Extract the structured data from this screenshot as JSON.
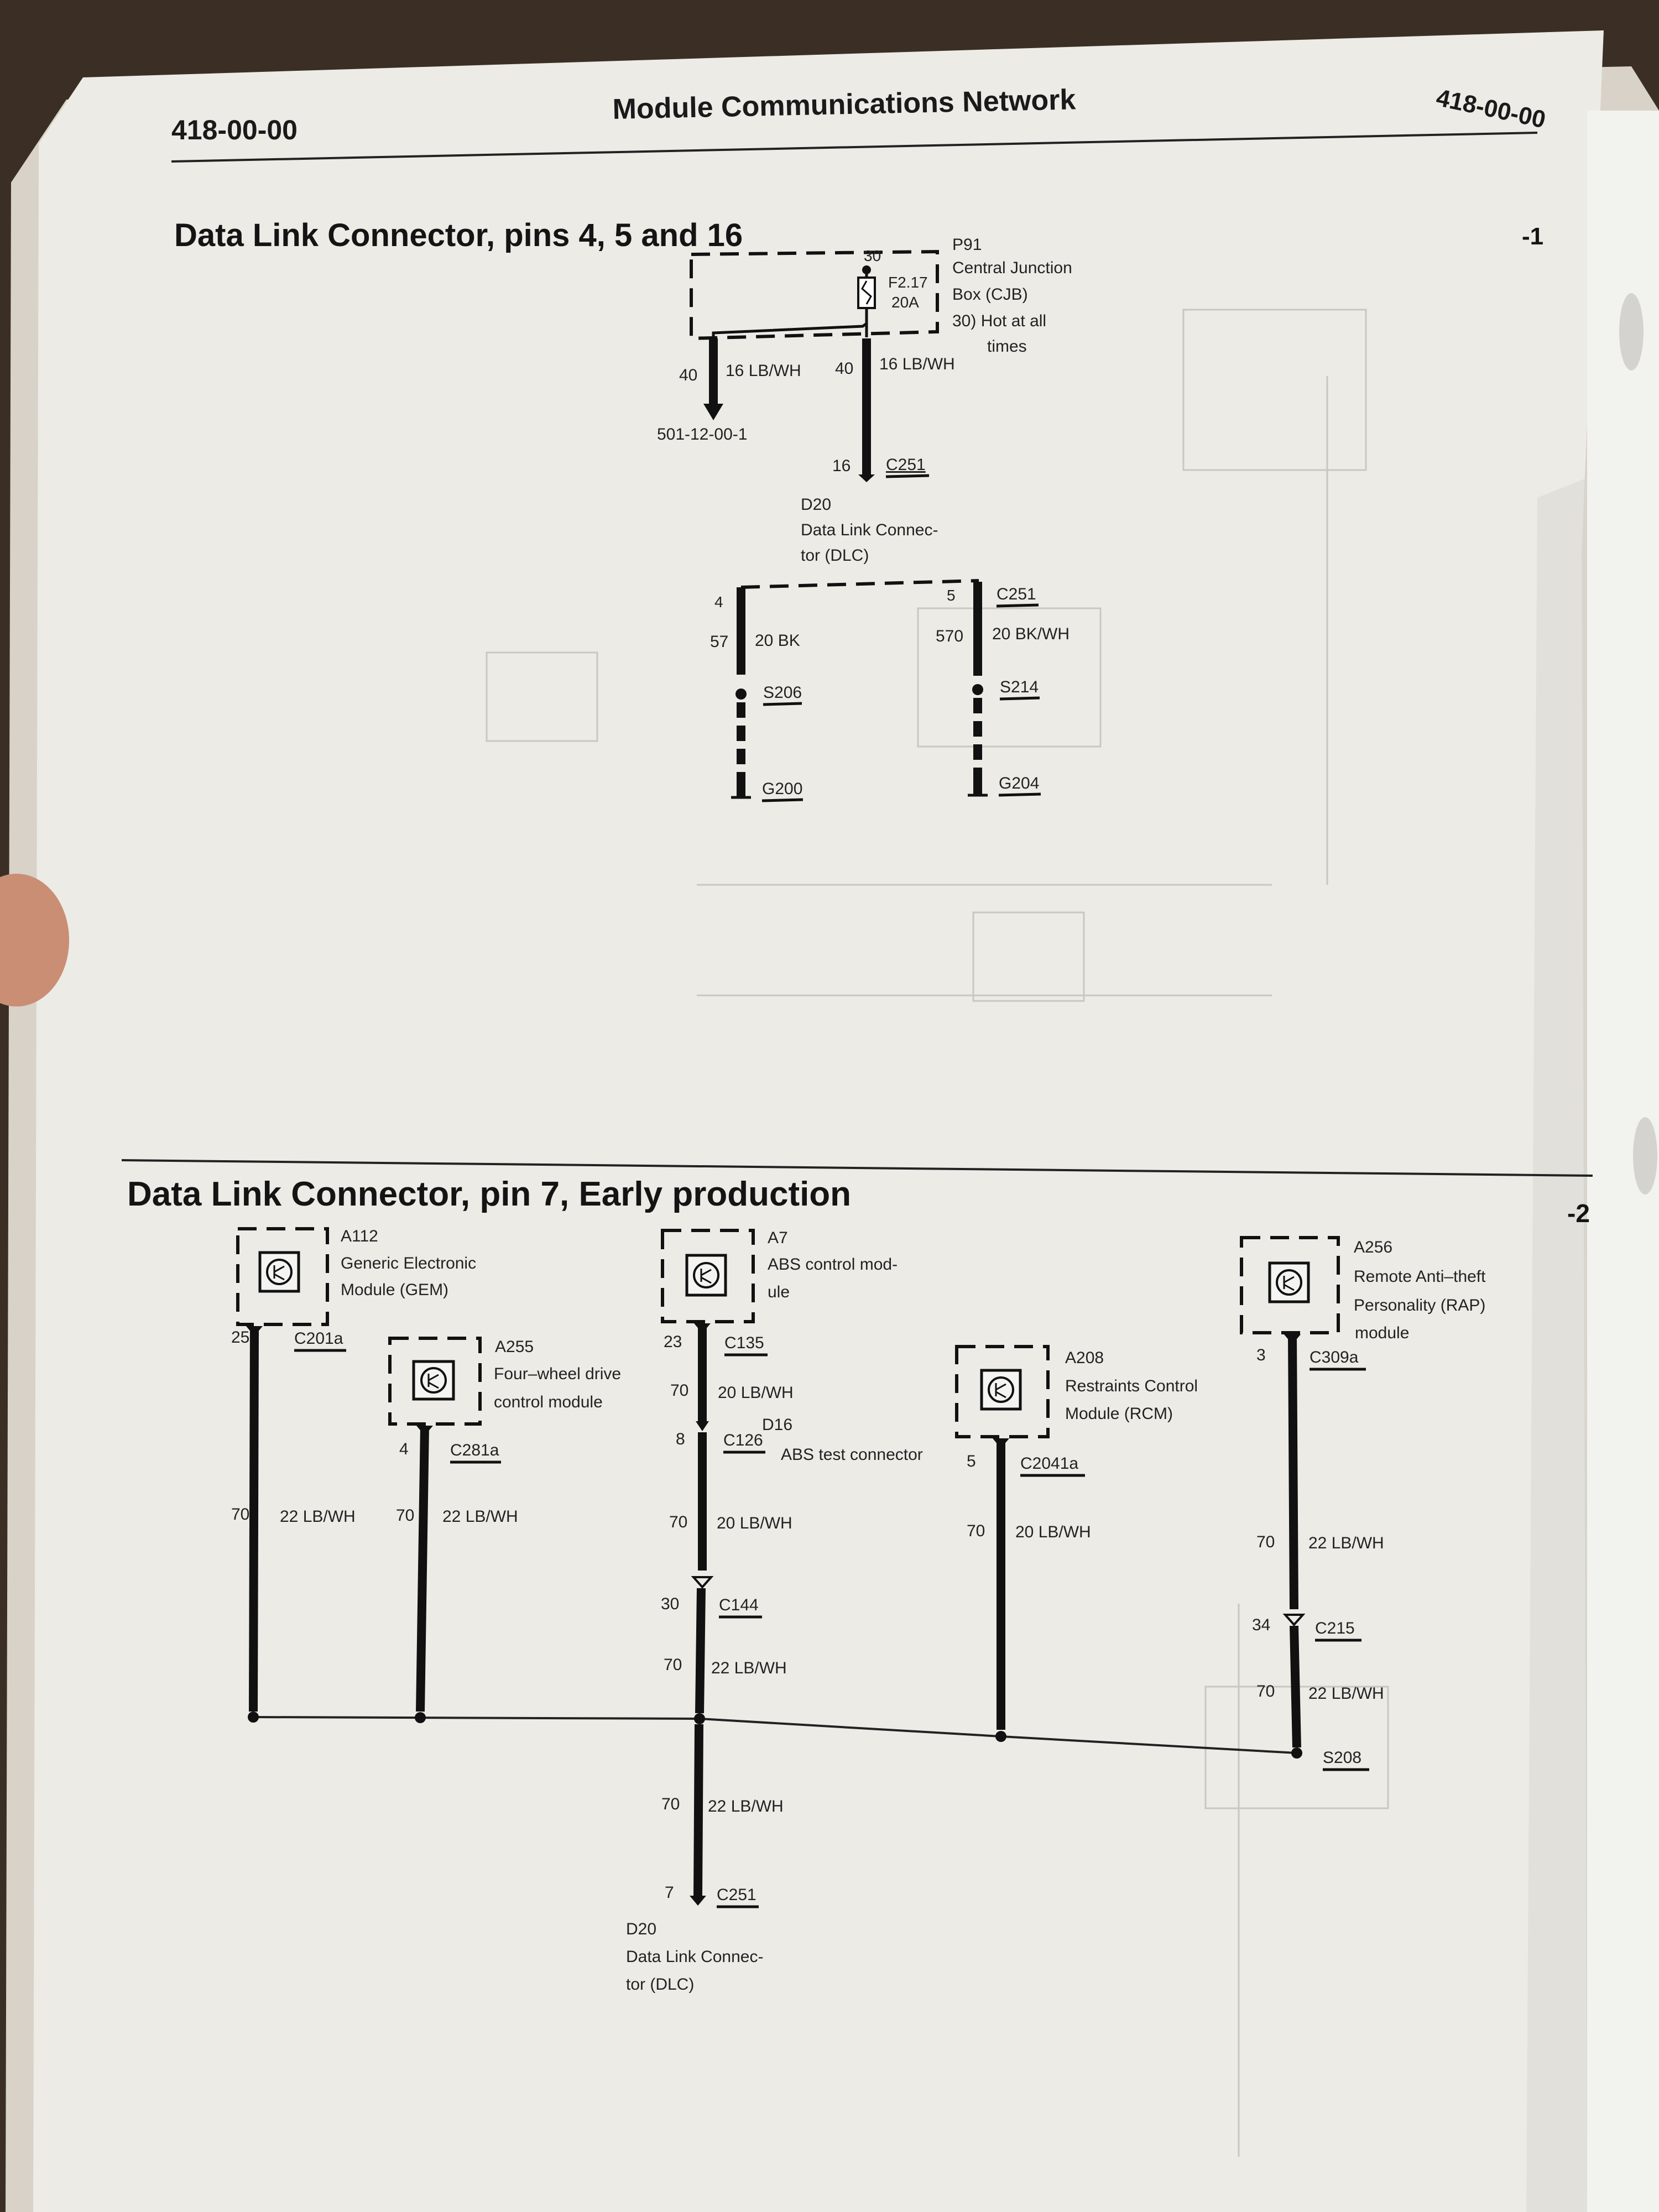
{
  "header": {
    "left_code": "418-00-00",
    "title": "Module Communications Network",
    "right_code": "418-00-00"
  },
  "section1": {
    "title": "Data Link Connector, pins 4, 5 and 16",
    "number": "-1",
    "cjb": {
      "id": "P91",
      "name_line1": "Central Junction",
      "name_line2": "Box (CJB)",
      "note_line1": "30)  Hot at all",
      "note_line2": "times",
      "pin_top": "30",
      "fuse_id": "F2.17",
      "fuse_rating": "20A"
    },
    "left_wire": {
      "pin": "40",
      "spec": "16 LB/WH",
      "ref": "501-12-00-1"
    },
    "right_wire": {
      "pin": "40",
      "spec": "16 LB/WH",
      "conn_pin": "16",
      "conn": "C251"
    },
    "dlc": {
      "id": "D20",
      "name_line1": "Data Link Connec-",
      "name_line2": "tor (DLC)"
    },
    "pin4": {
      "pin": "4",
      "circuit": "57",
      "spec": "20 BK",
      "splice": "S206",
      "ground": "G200"
    },
    "pin5": {
      "pin": "5",
      "conn": "C251",
      "circuit": "570",
      "spec": "20 BK/WH",
      "splice": "S214",
      "ground": "G204"
    }
  },
  "section2": {
    "title": "Data Link Connector, pin 7, Early production",
    "number": "-2",
    "gem": {
      "id": "A112",
      "name_line1": "Generic Electronic",
      "name_line2": "Module (GEM)",
      "pin": "25",
      "conn": "C201a",
      "circuit": "70",
      "spec": "22 LB/WH"
    },
    "fwd": {
      "id": "A255",
      "name_line1": "Four–wheel drive",
      "name_line2": "control module",
      "pin": "4",
      "conn": "C281a",
      "circuit": "70",
      "spec": "22 LB/WH"
    },
    "abs": {
      "id": "A7",
      "name_line1": "ABS control mod-",
      "name_line2": "ule",
      "pin": "23",
      "conn": "C135",
      "circuit_a": "70",
      "spec_a": "20 LB/WH",
      "test_id": "D16",
      "test_pin": "8",
      "test_conn": "C126",
      "test_name": "ABS test connector",
      "circuit_b": "70",
      "spec_b": "20 LB/WH",
      "inline_pin": "30",
      "inline_conn": "C144",
      "circuit_c": "70",
      "spec_c": "22 LB/WH"
    },
    "rcm": {
      "id": "A208",
      "name_line1": "Restraints Control",
      "name_line2": "Module (RCM)",
      "pin": "5",
      "conn": "C2041a",
      "circuit": "70",
      "spec": "20 LB/WH"
    },
    "rap": {
      "id": "A256",
      "name_line1": "Remote Anti–theft",
      "name_line2": "Personality (RAP)",
      "name_line3": "module",
      "pin": "3",
      "conn": "C309a",
      "circuit_a": "70",
      "spec_a": "22 LB/WH",
      "inline_pin": "34",
      "inline_conn": "C215",
      "circuit_b": "70",
      "spec_b": "22 LB/WH",
      "splice": "S208"
    },
    "dlc_wire": {
      "circuit": "70",
      "spec": "22 LB/WH",
      "pin": "7",
      "conn": "C251"
    },
    "dlc": {
      "id": "D20",
      "name_line1": "Data Link Connec-",
      "name_line2": "tor (DLC)"
    }
  }
}
